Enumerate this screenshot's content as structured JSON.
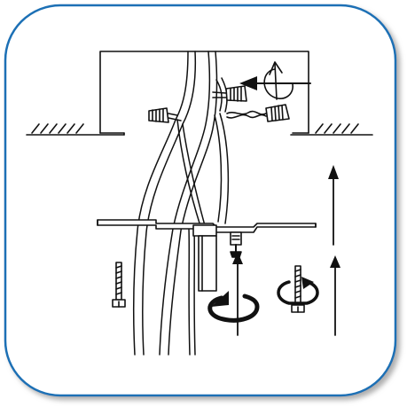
{
  "figure": {
    "kind": "installation-illustration",
    "description_icons": [
      "ceiling-junction-box",
      "wire-connectors",
      "mounting-bracket",
      "mounting-screws",
      "rotate-arrows",
      "up-arrows"
    ]
  },
  "colors": {
    "frame_border": "#1a6fb5",
    "frame_fill": "#ffffff",
    "line": "#111111",
    "shadow": "#9a9a9a"
  }
}
